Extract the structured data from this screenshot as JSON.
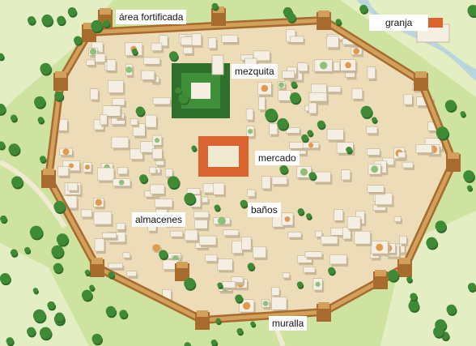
{
  "labels": {
    "fortified_area": "área fortificada",
    "farm": "granja",
    "mosque": "mezquita",
    "market": "mercado",
    "warehouses": "almacenes",
    "baths": "baños",
    "wall": "muralla"
  },
  "colors": {
    "countryside": "#cfe3a0",
    "field_light": "#e3efc2",
    "path": "#f1ead2",
    "river": "#b9d6dc",
    "wall": "#d2a05a",
    "wall_dark": "#a86b2e",
    "town_ground": "#ecdcb8",
    "rooftop": "#f4efe2",
    "roof_shadow": "#c9b89a",
    "mosque_courtyard": "#3f8f3b",
    "market_roof": "#d9642f",
    "tree": "#3e8a35",
    "dome_green": "#8fc07a",
    "dome_orange": "#e09a4c"
  }
}
